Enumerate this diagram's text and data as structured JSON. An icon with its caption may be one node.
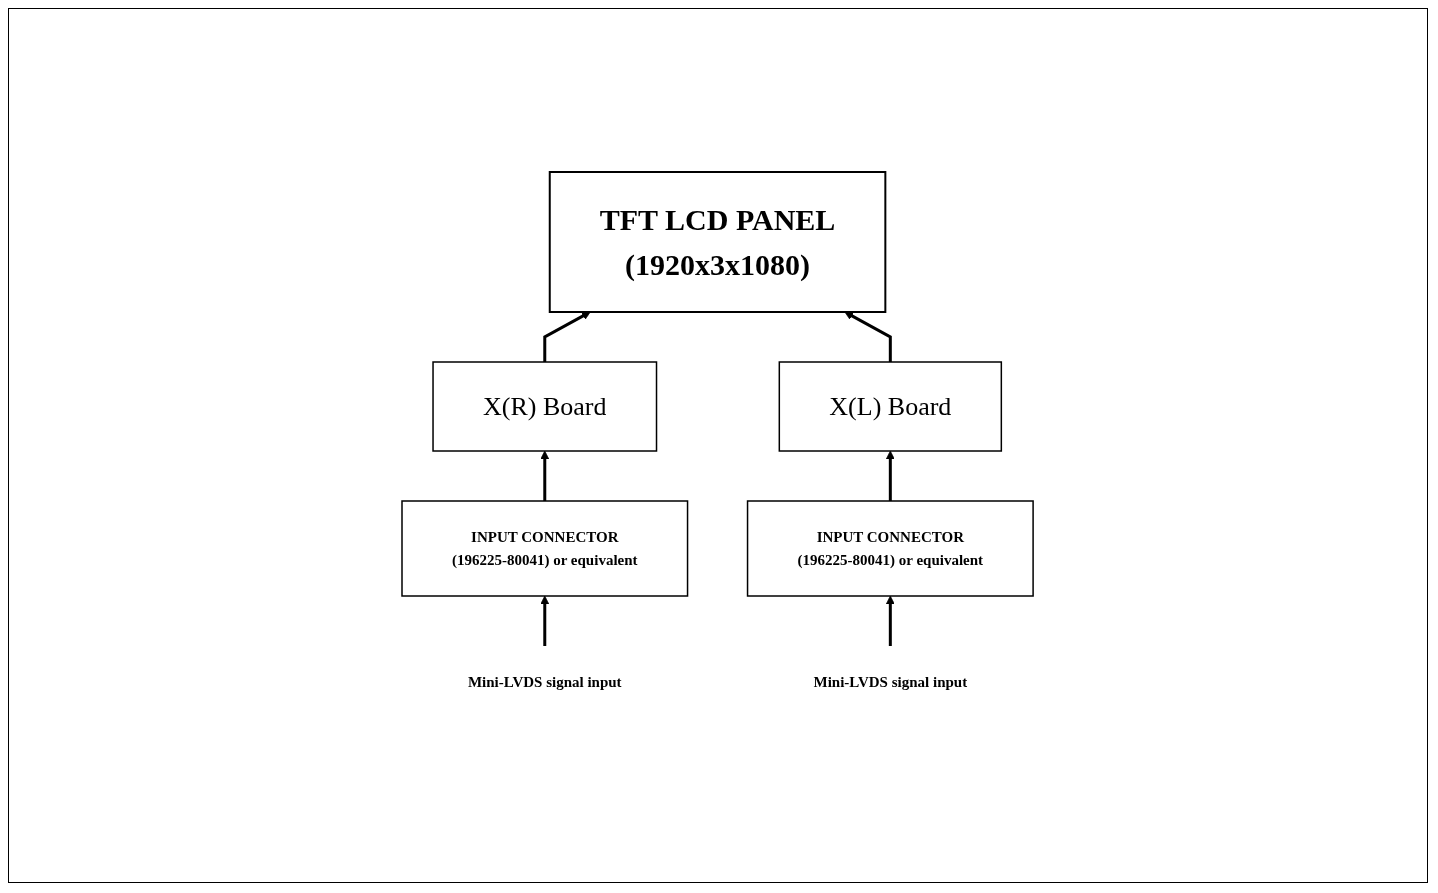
{
  "diagram": {
    "nodes": [
      {
        "text": [
          "TFT LCD PANEL",
          "(1920x3x1080)"
        ]
      },
      {
        "text": [
          "X(R) Board"
        ]
      },
      {
        "text": [
          "X(L) Board"
        ]
      },
      {
        "text": [
          "INPUT CONNECTOR",
          "(196225-80041) or equivalent"
        ]
      },
      {
        "text": [
          "INPUT CONNECTOR",
          "(196225-80041) or equivalent"
        ]
      },
      {
        "text": [
          "Mini-LVDS signal input"
        ]
      },
      {
        "text": [
          "Mini-LVDS signal input"
        ]
      }
    ],
    "edges": [
      {
        "from": 1,
        "to": 0,
        "arrow": "to"
      },
      {
        "from": 2,
        "to": 0,
        "arrow": "to"
      },
      {
        "from": 3,
        "to": 1,
        "arrow": "to"
      },
      {
        "from": 4,
        "to": 2,
        "arrow": "to"
      },
      {
        "from": 5,
        "to": 3,
        "arrow": "to"
      },
      {
        "from": 6,
        "to": 4,
        "arrow": "to"
      }
    ]
  }
}
